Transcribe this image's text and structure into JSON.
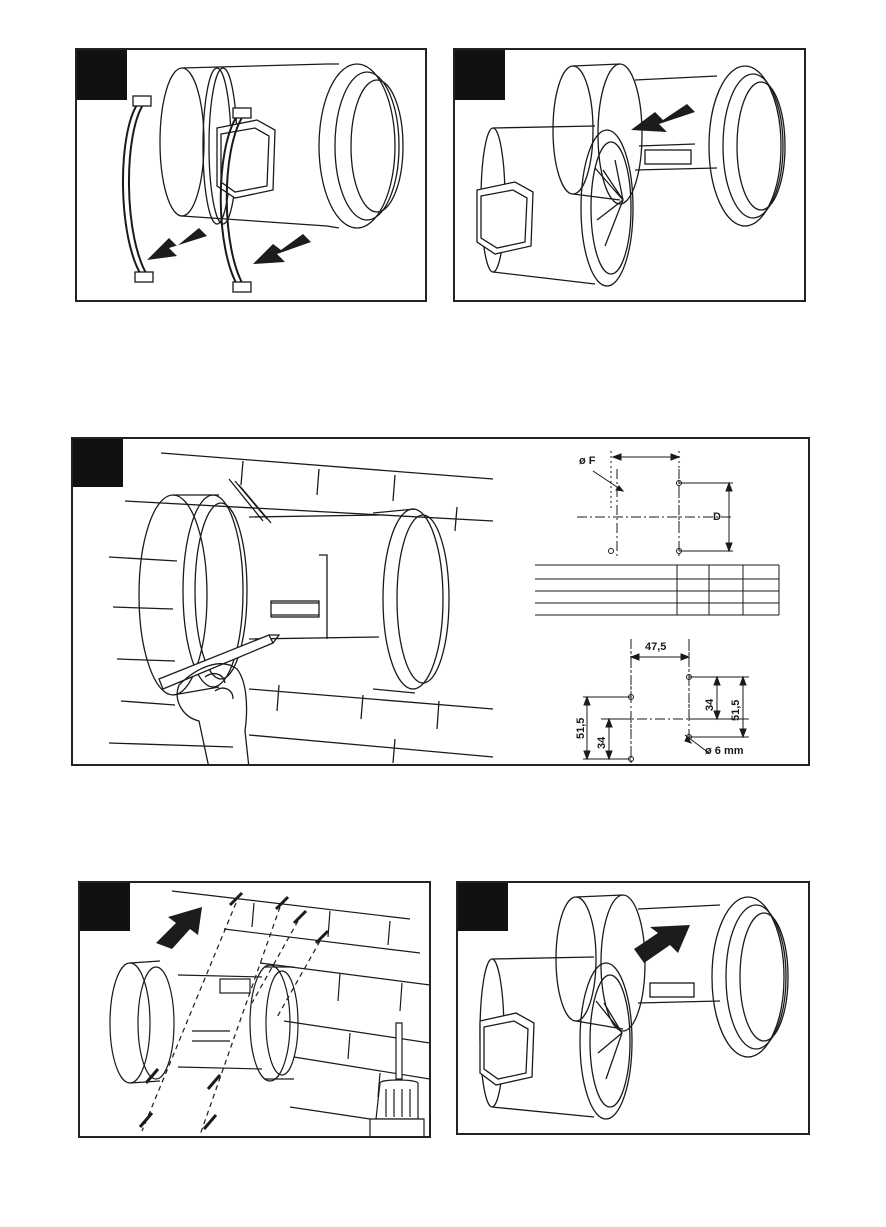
{
  "diagram1": {
    "phi_f": "ø F",
    "d": "D"
  },
  "diagram2": {
    "top_width": "47,5",
    "right_inner": "34",
    "right_outer": "51,5",
    "left_outer": "51,5",
    "left_inner": "34",
    "hole": "ø 6 mm"
  },
  "colors": {
    "ink": "#1a1a1a",
    "badge": "#111111",
    "arrow": "#1c1c1c"
  }
}
